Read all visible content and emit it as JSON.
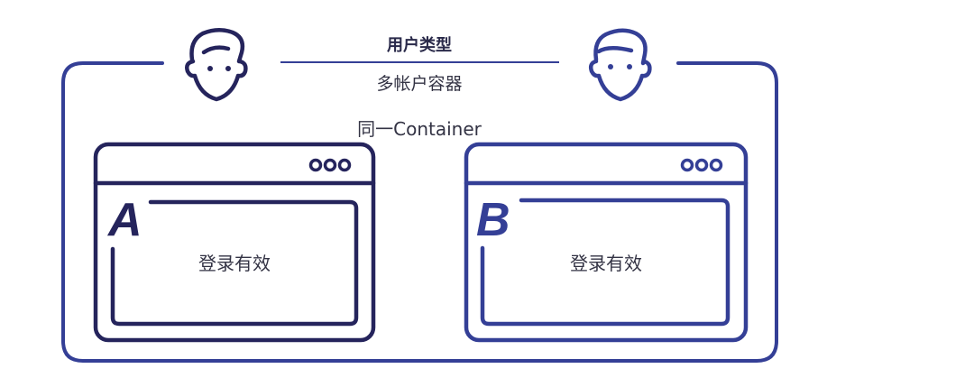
{
  "header": {
    "title": "用户类型",
    "subtitle": "多帐户容器"
  },
  "container": {
    "label": "同一Container",
    "color": "#343f96"
  },
  "users": [
    {
      "icon": "user-face-icon",
      "color": "#25245c"
    },
    {
      "icon": "user-face-icon",
      "color": "#343f96"
    }
  ],
  "windows": [
    {
      "letter": "A",
      "status": "登录有效",
      "color": "#25245c",
      "menu_icon": "three-dots-icon"
    },
    {
      "letter": "B",
      "status": "登录有效",
      "color": "#343f96",
      "menu_icon": "three-dots-icon"
    }
  ]
}
